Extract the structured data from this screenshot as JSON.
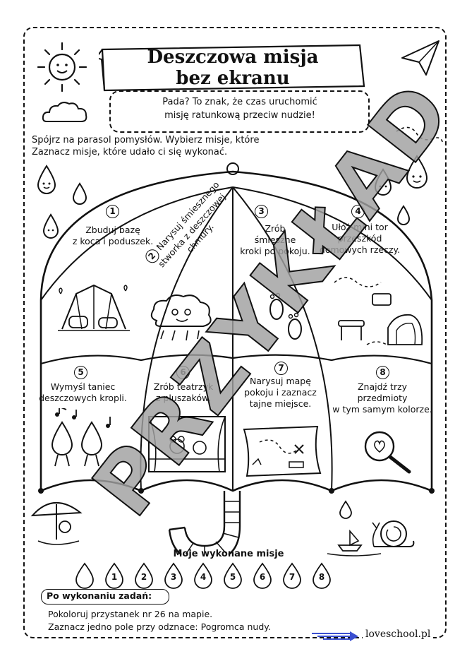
{
  "header": {
    "title_line1": "Deszczowa misja",
    "title_line2": "bez ekranu",
    "subtitle_line1": "Pada? To znak, że czas uruchomić",
    "subtitle_line2": "misję ratunkową przeciw nudzie!"
  },
  "intro": {
    "line1": "Spójrz na parasol pomysłów. Wybierz misje, które",
    "line2": "Zaznacz misje, które udało ci się wykonać."
  },
  "missions": [
    {
      "number": "1",
      "line1": "Zbuduj bazę",
      "line2": "z koca i poduszek.",
      "line3": ""
    },
    {
      "number": "2",
      "line1": "Narysuj śmiesznego",
      "line2": "stworka z deszczowej",
      "line3": "chmury."
    },
    {
      "number": "3",
      "line1": "Zrób",
      "line2": "śmieszne",
      "line3": "kroki po pokoju."
    },
    {
      "number": "4",
      "line1": "Ułóż mini tor",
      "line2": "przeszkód",
      "line3": "domowych rzeczy."
    },
    {
      "number": "5",
      "line1": "Wymyśl taniec",
      "line2": "deszczowych kropli.",
      "line3": ""
    },
    {
      "number": "6",
      "line1": "Zrób teatrzyk",
      "line2": "z pluszaków.",
      "line3": ""
    },
    {
      "number": "7",
      "line1": "Narysuj mapę",
      "line2": "pokoju i zaznacz",
      "line3": "tajne miejsce."
    },
    {
      "number": "8",
      "line1": "Znajdź trzy",
      "line2": "przedmioty",
      "line3": "w tym samym kolorze."
    }
  ],
  "completed": {
    "title": "Moje wykonane misje",
    "drops": [
      "1",
      "2",
      "3",
      "4",
      "5",
      "6",
      "7",
      "8"
    ]
  },
  "footer": {
    "label": "Po wykonaniu zadań:",
    "line1": "Pokoloruj przystanek nr 26 na mapie.",
    "line2": "Zaznacz jedno pole przy odznace: Pogromca nudy."
  },
  "brand": "loveschool.pl",
  "watermark": "PRZYKŁAD"
}
